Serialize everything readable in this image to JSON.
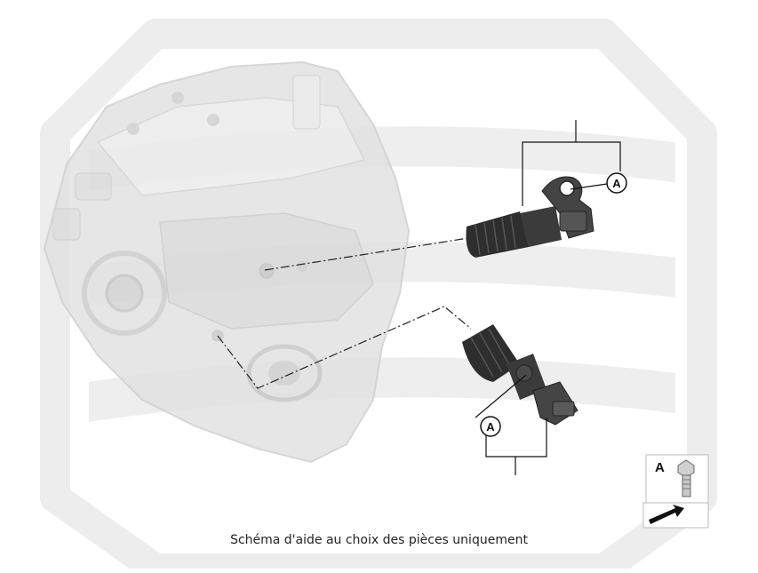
{
  "diagram": {
    "callouts": [
      {
        "id": "top",
        "letter": "A"
      },
      {
        "id": "bottom",
        "letter": "A"
      }
    ],
    "legend": {
      "letter": "A",
      "icon": "bolt-icon"
    },
    "caption": "Schéma d'aide au choix des pièces uniquement"
  },
  "colors": {
    "watermark": "#ececec",
    "gearbox": "#e3e3e3",
    "sensor_body": "#3a3a3a",
    "sensor_ribbed": "#2b2b2b",
    "leader_line": "#222222"
  }
}
